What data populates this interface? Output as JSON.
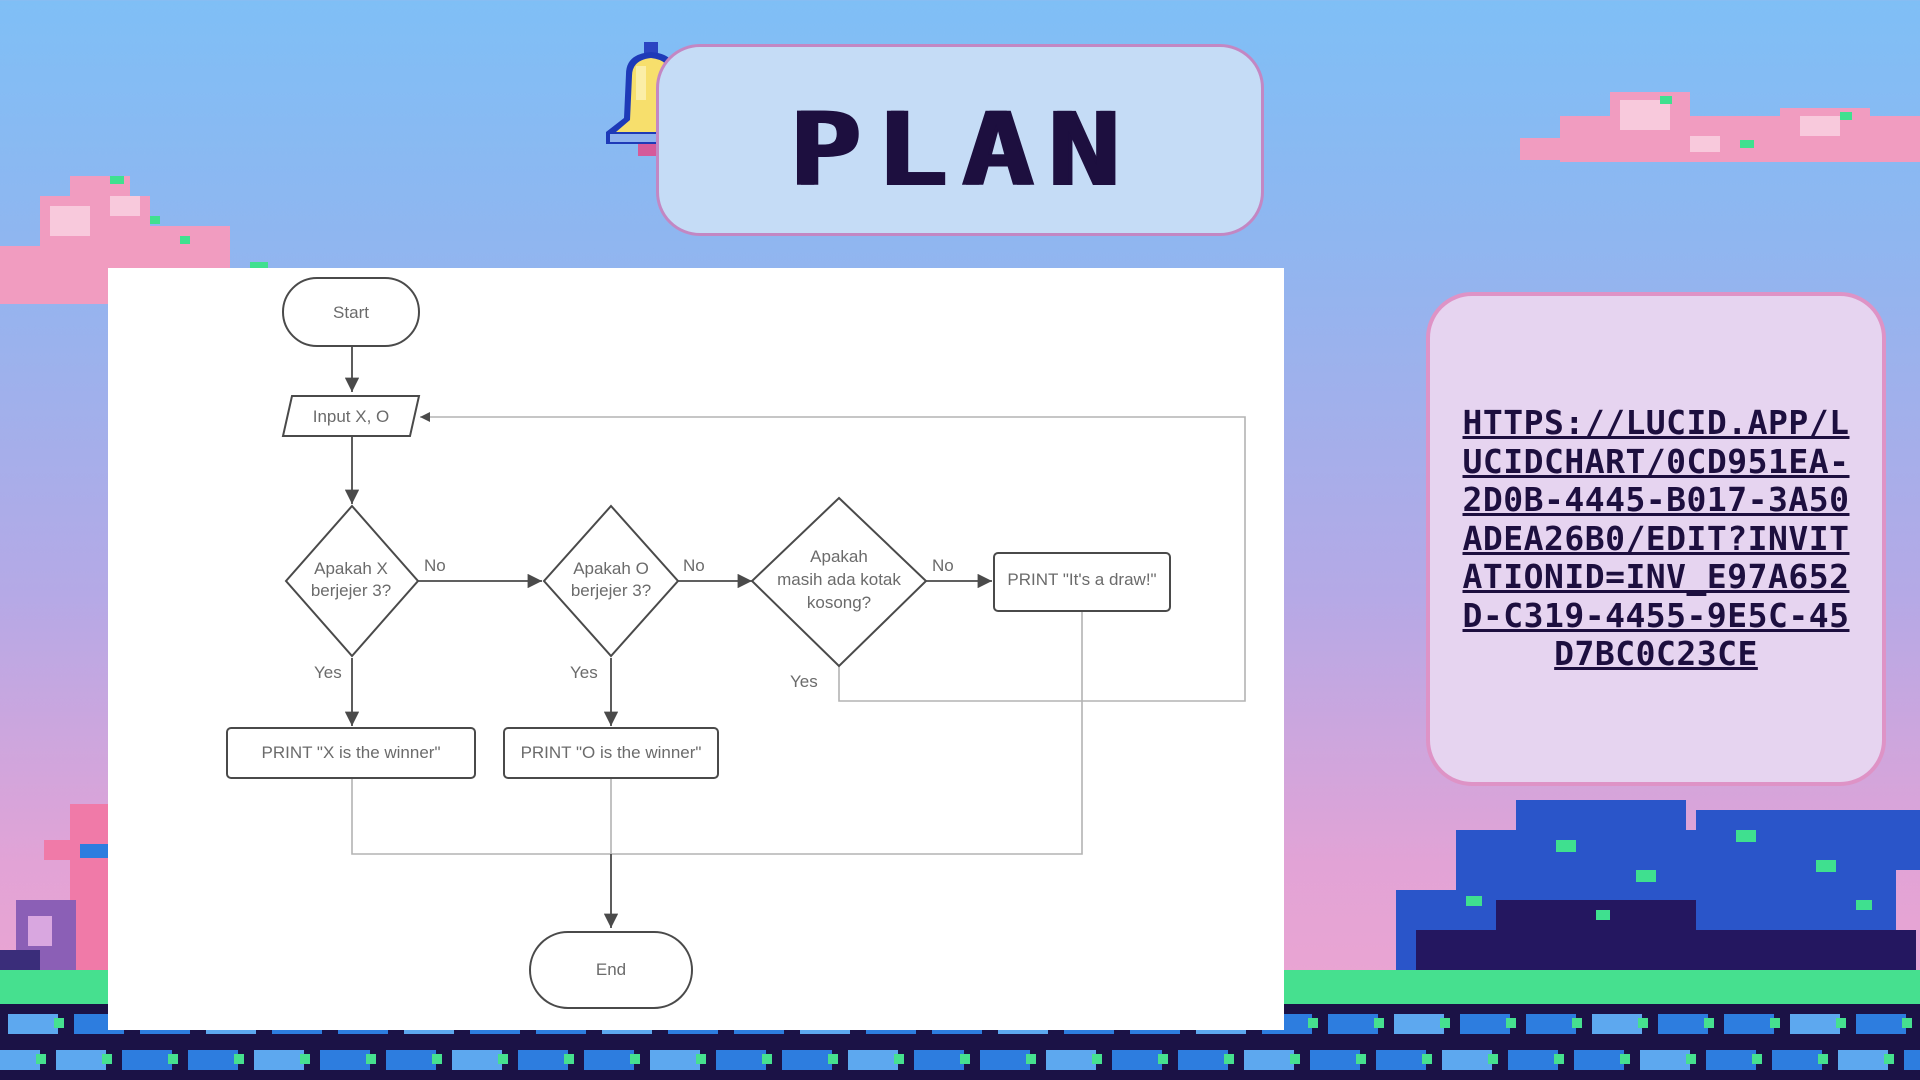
{
  "slide": {
    "title": "PLAN",
    "link": "HTTPS://LUCID.APP/LUCIDCHART/0CD951EA-2D0B-4445-B017-3A50ADEA26B0/EDIT?INVITATIONID=INV_E97A652D-C319-4455-9E5C-45D7BC0C23CE"
  },
  "flowchart": {
    "start": "Start",
    "input": "Input X, O",
    "decision_x": [
      "Apakah X",
      "berjejer 3?"
    ],
    "decision_o": [
      "Apakah O",
      "berjejer 3?"
    ],
    "decision_empty": [
      "Apakah",
      "masih ada kotak",
      "kosong?"
    ],
    "print_draw": "PRINT \"It's a draw!\"",
    "print_x": "PRINT \"X is the winner\"",
    "print_o": "PRINT \"O is the winner\"",
    "end": "End",
    "labels": {
      "no_1": "No",
      "no_2": "No",
      "no_3": "No",
      "yes_1": "Yes",
      "yes_2": "Yes",
      "yes_3": "Yes"
    }
  },
  "colors": {
    "title_text": "#1d0f3f",
    "banner_fill": "#c5dcf6",
    "banner_border": "#c387c3",
    "link_panel_fill": "#e6d4f0",
    "link_panel_border": "#de93c6",
    "diagram_stroke": "#4a4a4a",
    "diagram_text": "#6b6b6b"
  },
  "icons": {
    "bell": "bell-icon"
  }
}
